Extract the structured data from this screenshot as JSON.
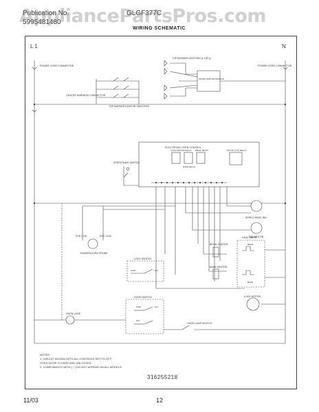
{
  "header": {
    "publication_label": "Publication No.",
    "publication_number": "5995481480",
    "model": "GLGF377C",
    "watermark": "AppliancePartsPros.com",
    "title": "WIRING SCHEMATIC"
  },
  "rails": {
    "left": "L 1",
    "right": "N"
  },
  "labels": {
    "power_cord_left": "POWER CORD CONNECTOR",
    "power_cord_right": "POWER CORD CONNECTOR",
    "center_harness": "CENTER HARNESS CONNECTOR",
    "top_burner_ignitors": "TOP BURNER IGNITORS (2 OR 4)",
    "spark_module": "SPARK IGNITOR MODULE",
    "top_burner_switches": "TOP BURNER IGNITOR SWITCHES",
    "electronic_oven_control": "ELECTRONIC OVEN CONTROL",
    "speed_bake_switch": "SPEED BAKE SWITCH",
    "sheild_bake_ind": "SHIELD BAKE IND",
    "fan_motor": "FAN MOTOR",
    "fresh_con": "FRS CON",
    "enc_con": "ENC CON",
    "temp_probe": "TEMPERATURE PROBE",
    "lock_switch": "LOCK SWITCH",
    "com": "COM",
    "nc": "N/C",
    "no": "N/O",
    "broil_ignitor": "BROIL IGNITOR",
    "bake_ignitor": "BAKE IGNITOR",
    "dual_valve": "DUAL VALVE",
    "broil": "BROIL",
    "bake": "BAKE",
    "lock_motor": "LOCK MOTOR",
    "door_switch": "DOOR SWITCH",
    "oven_lamp": "OVEN LAMP",
    "oven_lamp_switch": "OVEN LAMP SWITCH",
    "relay_1": "CONV MOTOR RELAY",
    "relay_2": "BAKE RELAY",
    "relay_3": "BROIL RELAY",
    "relay_4": "DOOR LOCK RELAY"
  },
  "notes": {
    "heading": "NOTES:",
    "n1": "1.  CIRCUIT SHOWN WITH ALL CONTROLS SET TO OFF,",
    "n1b": "     OVEN DOOR CLOSED AND UNLOCKED.",
    "n2": "2.  COMPONENTS WITH ( * ) DO NOT APPEAR ON ALL MODELS."
  },
  "part_number": "316255218",
  "footer": {
    "date": "11/03",
    "page": "12"
  }
}
